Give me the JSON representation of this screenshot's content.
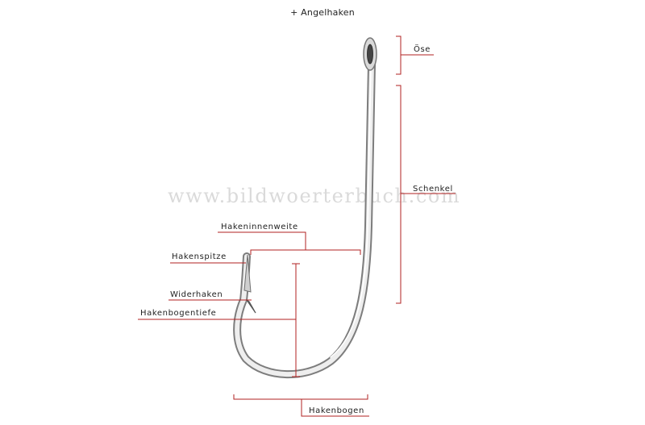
{
  "title": "+ Angelhaken",
  "watermark": "www.bildwoerterbuch.com",
  "labels": {
    "oese": "Öse",
    "schenkel": "Schenkel",
    "hakeninnenweite": "Hakeninnenweite",
    "hakenspitze": "Hakenspitze",
    "widerhaken": "Widerhaken",
    "hakenbogentiefe": "Hakenbogentiefe",
    "hakenbogen": "Hakenbogen"
  },
  "colors": {
    "leader": "#b22222",
    "hook_light": "#f2f2f2",
    "hook_dark": "#8a8a8a"
  }
}
